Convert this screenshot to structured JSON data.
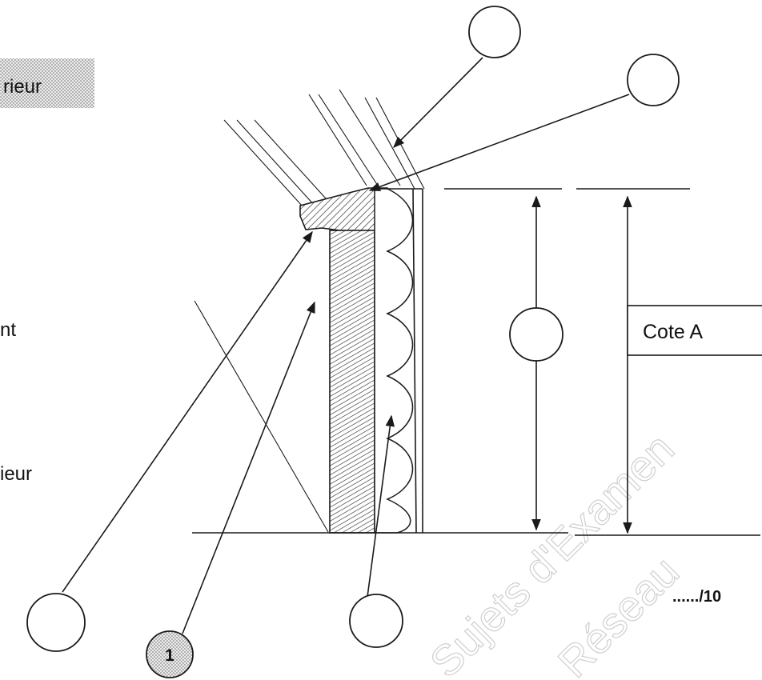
{
  "labels": {
    "top_left_fragment": "rieur",
    "mid_left_fragment": "nt",
    "lower_left_fragment": "ieur",
    "cote": "Cote A",
    "score": "....../10",
    "callout_number": "1"
  },
  "watermark": {
    "line1": "Sujets d'Examen",
    "line2": "Réseau"
  },
  "colors": {
    "ink": "#1a1a1a",
    "shade": "#d9d9d9",
    "paper": "#ffffff"
  }
}
